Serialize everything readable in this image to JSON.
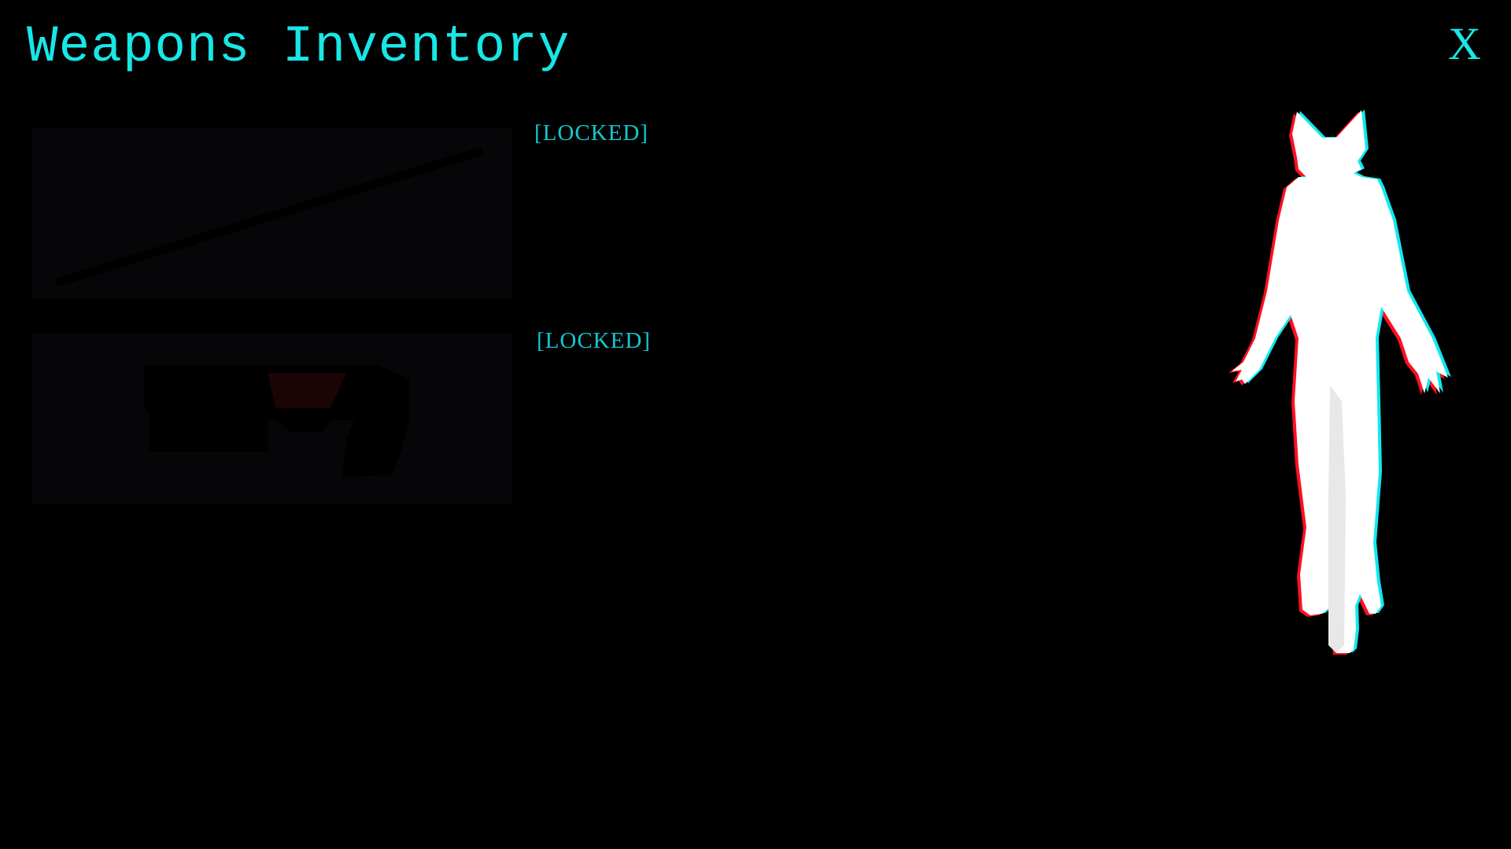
{
  "header": {
    "title": "Weapons Inventory",
    "close_label": "X"
  },
  "weapons": [
    {
      "icon": "staff-icon",
      "status": "[LOCKED]"
    },
    {
      "icon": "pistol-icon",
      "status": "[LOCKED]"
    }
  ],
  "colors": {
    "accent": "#19e6e6",
    "slot_bg": "#060608",
    "silhouette": "#ffffff"
  }
}
